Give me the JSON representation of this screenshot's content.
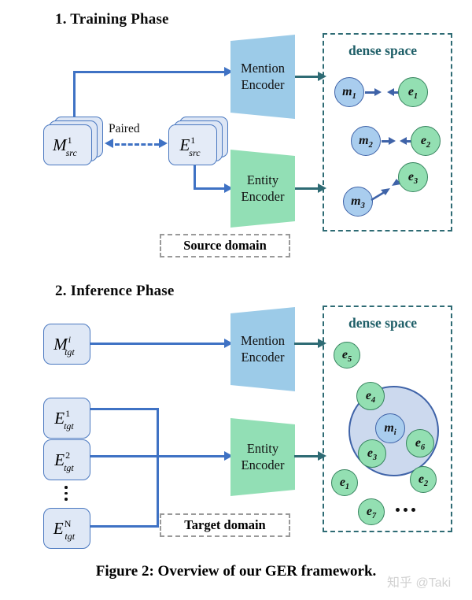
{
  "figure": {
    "caption": "Figure 2: Overview of our GER framework.",
    "watermark": "知乎 @Taki"
  },
  "sections": [
    {
      "id": "training",
      "title": "1. Training Phase"
    },
    {
      "id": "inference",
      "title": "2. Inference Phase"
    }
  ],
  "training": {
    "inputs": {
      "mention_stack_label": {
        "base": "M",
        "sup": "1",
        "sub": "src"
      },
      "entity_stack_label": {
        "base": "E",
        "sup": "1",
        "sub": "src"
      },
      "paired_label": "Paired"
    },
    "encoders": {
      "mention": {
        "line1": "Mention",
        "line2": "Encoder",
        "color": "#9ccbe8"
      },
      "entity": {
        "line1": "Entity",
        "line2": "Encoder",
        "color": "#92dfb5"
      }
    },
    "dense_space": {
      "title": "dense space",
      "pairs": [
        {
          "mention": "m",
          "mention_sub": "1",
          "entity": "e",
          "entity_sub": "1"
        },
        {
          "mention": "m",
          "mention_sub": "2",
          "entity": "e",
          "entity_sub": "2"
        },
        {
          "mention": "m",
          "mention_sub": "3",
          "entity": "e",
          "entity_sub": "3"
        }
      ]
    },
    "domain_tag": "Source domain"
  },
  "inference": {
    "inputs": {
      "mention_label": {
        "base": "M",
        "sup": "i",
        "sub": "tgt"
      },
      "entity_labels": [
        {
          "base": "E",
          "sup": "1",
          "sub": "tgt"
        },
        {
          "base": "E",
          "sup": "2",
          "sub": "tgt"
        },
        {
          "base": "E",
          "sup": "N",
          "sub": "tgt"
        }
      ],
      "ellipsis": "vertical-dots"
    },
    "encoders": {
      "mention": {
        "line1": "Mention",
        "line2": "Encoder",
        "color": "#9ccbe8"
      },
      "entity": {
        "line1": "Entity",
        "line2": "Encoder",
        "color": "#92dfb5"
      }
    },
    "dense_space": {
      "title": "dense space",
      "cluster_center": {
        "label": "m",
        "sub": "i"
      },
      "inside_cluster": [
        {
          "label": "e",
          "sub": "4"
        },
        {
          "label": "e",
          "sub": "6"
        },
        {
          "label": "e",
          "sub": "3"
        }
      ],
      "outside_cluster": [
        {
          "label": "e",
          "sub": "5"
        },
        {
          "label": "e",
          "sub": "1"
        },
        {
          "label": "e",
          "sub": "2"
        },
        {
          "label": "e",
          "sub": "7"
        }
      ],
      "more_indicator": "horizontal-dots"
    },
    "domain_tag": "Target domain"
  },
  "colors": {
    "mention_blue_fill": "#a9cdee",
    "entity_green_fill": "#93dfb2",
    "box_blue_fill": "#dfe8f6",
    "box_blue_border": "#4a78c0",
    "arrow_blue": "#3f72c4",
    "dense_teal": "#2e6b74",
    "domain_gray": "#9a9a9a"
  }
}
